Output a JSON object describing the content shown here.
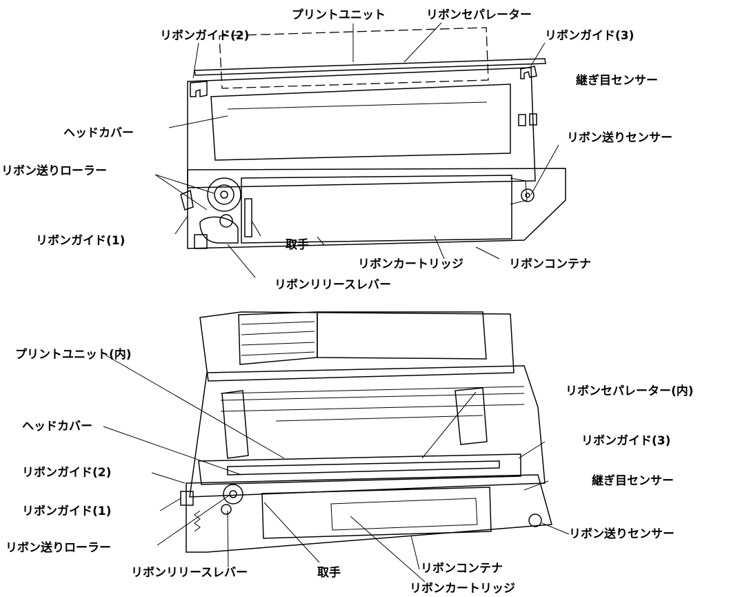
{
  "top_diagram": {
    "labels": {
      "print_unit": "プリントユニット",
      "ribbon_separator": "リボンセパレーター",
      "ribbon_guide_2": "リボンガイド(2)",
      "ribbon_guide_3": "リボンガイド(3)",
      "seam_sensor": "継ぎ目センサー",
      "head_cover": "ヘッドカバー",
      "ribbon_feed_sensor": "リボン送りセンサー",
      "ribbon_feed_roller": "リボン送りローラー",
      "ribbon_guide_1": "リボンガイド(1)",
      "handle": "取手",
      "ribbon_cartridge": "リボンカートリッジ",
      "ribbon_container": "リボンコンテナ",
      "ribbon_release_lever": "リボンリリースレバー"
    }
  },
  "bottom_diagram": {
    "labels": {
      "print_unit_inner": "プリントユニット(内)",
      "ribbon_separator_inner": "リボンセパレーター(内)",
      "head_cover": "ヘッドカバー",
      "ribbon_guide_3": "リボンガイド(3)",
      "ribbon_guide_2": "リボンガイド(2)",
      "seam_sensor": "継ぎ目センサー",
      "ribbon_guide_1": "リボンガイド(1)",
      "ribbon_feed_sensor": "リボン送りセンサー",
      "ribbon_feed_roller": "リボン送りローラー",
      "ribbon_release_lever": "リボンリリースレバー",
      "handle": "取手",
      "ribbon_container": "リボンコンテナ",
      "ribbon_cartridge": "リボンカートリッジ"
    }
  }
}
